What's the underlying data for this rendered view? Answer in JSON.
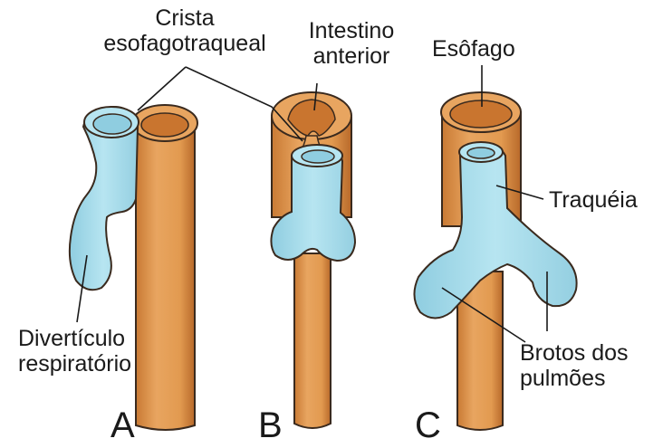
{
  "colors": {
    "esophagus": "#e49a52",
    "esophagus_dark": "#c87a35",
    "trachea": "#aee0ee",
    "trachea_dark": "#7fc2d6",
    "outline": "#3a2a1e",
    "text": "#1a1a1a"
  },
  "labels": {
    "crista_line1": "Crista",
    "crista_line2": "esofagotraqueal",
    "intestino_line1": "Intestino",
    "intestino_line2": "anterior",
    "esofago": "Esôfago",
    "traqueia": "Traquéia",
    "diverticulo_line1": "Divertículo",
    "diverticulo_line2": "respiratório",
    "brotos_line1": "Brotos dos",
    "brotos_line2": "pulmões"
  },
  "panels": {
    "a": "A",
    "b": "B",
    "c": "C"
  }
}
